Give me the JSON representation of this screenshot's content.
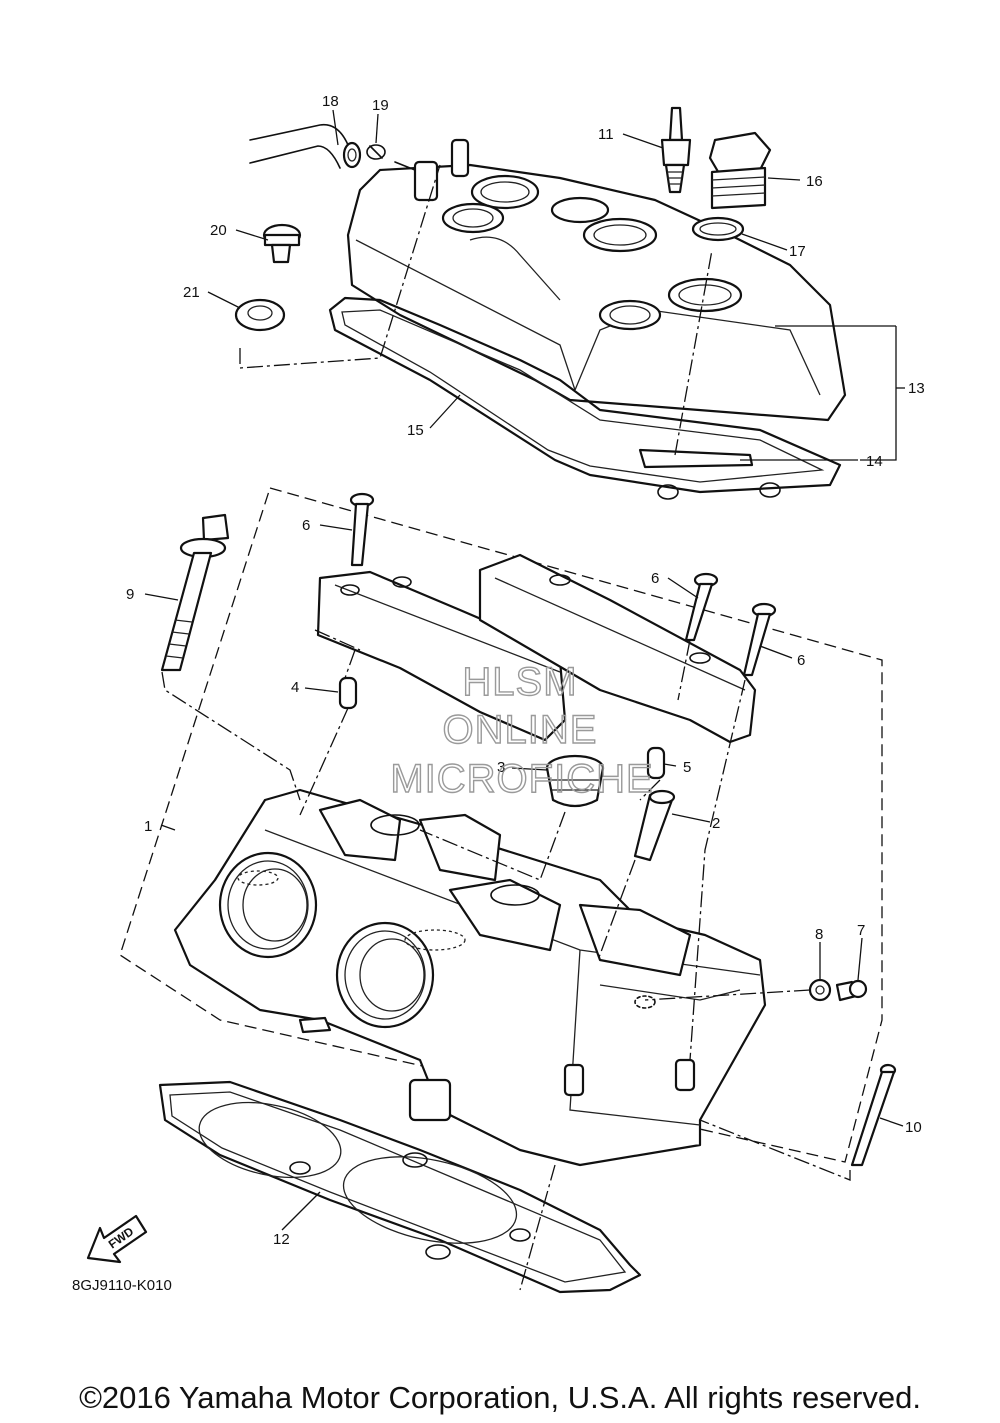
{
  "callouts": {
    "c1": "1",
    "c2": "2",
    "c3": "3",
    "c4": "4",
    "c5": "5",
    "c6a": "6",
    "c6b": "6",
    "c6c": "6",
    "c7": "7",
    "c8": "8",
    "c9": "9",
    "c10": "10",
    "c11": "11",
    "c12": "12",
    "c13": "13",
    "c14": "14",
    "c15": "15",
    "c16": "16",
    "c17": "17",
    "c18": "18",
    "c19": "19",
    "c20": "20",
    "c21": "21"
  },
  "watermark": {
    "line1": "HLSM",
    "line2": "ONLINE",
    "line3": "MICROFICHE"
  },
  "fwd_label": "FWD",
  "diagram_code": "8GJ9110-K010",
  "copyright": "©2016 Yamaha Motor Corporation, U.S.A. All rights reserved."
}
